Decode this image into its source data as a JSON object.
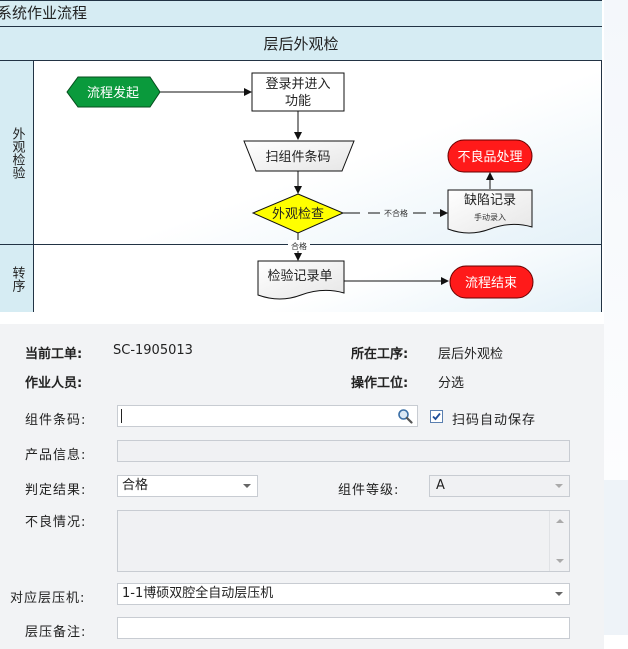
{
  "flowchart": {
    "title": "系统作业流程",
    "column_title": "层后外观检",
    "lanes": [
      "外观检验",
      "转序"
    ],
    "nodes": {
      "start": "流程发起",
      "login_line1": "登录并进入",
      "login_line2": "功能",
      "scan": "扫组件条码",
      "inspect": "外观检查",
      "defect_record": "缺陷记录",
      "defect_record_sub": "手动录入",
      "bad_handle": "不良品处理",
      "inspect_record": "检验记录单",
      "end": "流程结束"
    },
    "edges": {
      "fail": "不合格",
      "pass": "合格"
    },
    "colors": {
      "header_bg": "#d6ecf3",
      "start_fill": "#0a9a3c",
      "decision_fill": "#ffff00",
      "terminal_fill": "#ff1a1a"
    }
  },
  "form": {
    "current_order_label": "当前工单:",
    "current_order_value": "SC-1905013",
    "process_label": "所在工序:",
    "process_value": "层后外观检",
    "operator_label": "作业人员:",
    "operator_value": "",
    "station_label": "操作工位:",
    "station_value": "分选",
    "barcode_label": "组件条码:",
    "barcode_value": "",
    "auto_save_label": "扫码自动保存",
    "auto_save_checked": true,
    "product_info_label": "产品信息:",
    "product_info_value": "",
    "judge_label": "判定结果:",
    "judge_value": "合格",
    "grade_label": "组件等级:",
    "grade_value": "A",
    "defect_label": "不良情况:",
    "defect_value": "",
    "laminator_label": "对应层压机:",
    "laminator_value": "1-1博硕双腔全自动层压机",
    "lamination_note_label": "层压备注:",
    "lamination_note_value": ""
  },
  "icons": {
    "search": "search-icon",
    "checkbox": "checkbox-checked-icon",
    "dropdown": "chevron-down-icon"
  }
}
